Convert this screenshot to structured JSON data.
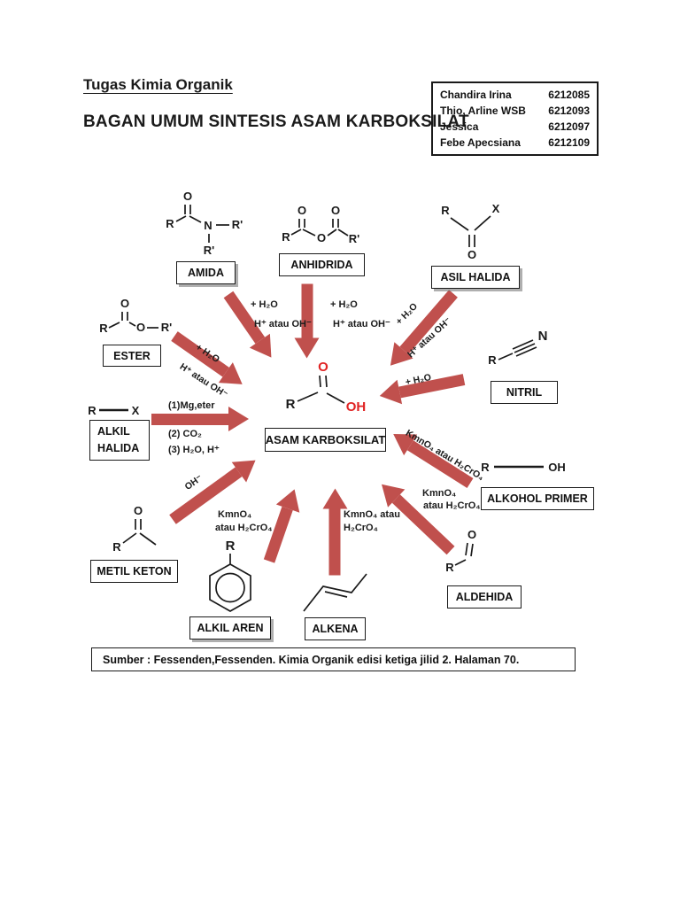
{
  "page": {
    "title": "Tugas Kimia Organik",
    "subtitle": "BAGAN UMUM SINTESIS ASAM KARBOKSILAT",
    "source": "Sumber : Fessenden,Fessenden. Kimia Organik edisi ketiga jilid 2. Halaman 70."
  },
  "students": [
    {
      "name": "Chandira Irina",
      "id": "6212085"
    },
    {
      "name": "Thio, Arline WSB",
      "id": "6212093"
    },
    {
      "name": "Jessica",
      "id": "6212097"
    },
    {
      "name": "Febe Apecsiana",
      "id": "6212109"
    }
  ],
  "center": {
    "label": "ASAM KARBOKSILAT",
    "atoms": {
      "r": "R",
      "o": "O",
      "oh": "OH"
    }
  },
  "compounds": {
    "amida": {
      "label": "AMIDA",
      "atoms": {
        "o": "O",
        "r": "R",
        "n": "N",
        "r1": "R'",
        "r2": "R'"
      }
    },
    "anhidrida": {
      "label": "ANHIDRIDA",
      "atoms": {
        "o1": "O",
        "o2": "O",
        "r": "R",
        "oc": "O",
        "r1": "R'"
      }
    },
    "asil_halida": {
      "label": "ASIL HALIDA",
      "atoms": {
        "r": "R",
        "x": "X",
        "o": "O"
      }
    },
    "ester": {
      "label": "ESTER",
      "atoms": {
        "o1": "O",
        "r": "R",
        "o2": "O",
        "r1": "R'"
      }
    },
    "nitril": {
      "label": "NITRIL",
      "atoms": {
        "r": "R",
        "n": "N"
      }
    },
    "alkil_halida": {
      "label_line1": "ALKIL",
      "label_line2": "HALIDA",
      "atoms": {
        "r": "R",
        "x": "X"
      }
    },
    "alkohol_primer": {
      "label": "ALKOHOL PRIMER",
      "atoms": {
        "r": "R",
        "oh": "OH"
      }
    },
    "metil_keton": {
      "label": "METIL KETON",
      "atoms": {
        "o": "O",
        "r": "R"
      }
    },
    "aldehida": {
      "label": "ALDEHIDA",
      "atoms": {
        "o": "O",
        "r": "R"
      }
    },
    "alkil_aren": {
      "label": "ALKIL AREN",
      "atoms": {
        "r": "R"
      }
    },
    "alkena": {
      "label": "ALKENA"
    }
  },
  "reactions": {
    "amida": [
      "+ H₂O",
      "H⁺ atau OH⁻"
    ],
    "anhidrida": [
      "+ H₂O",
      "H⁺ atau OH⁻"
    ],
    "asil_halida": [
      "+ H₂O",
      "H⁺ atau OH⁻"
    ],
    "ester": [
      "+ H₂O",
      "H⁺ atau OH⁻"
    ],
    "alkil_halida": [
      "(1)Mg,eter",
      "(2) CO₂",
      "(3) H₂O, H⁺"
    ],
    "nitril": [
      "+ H₂O"
    ],
    "alkohol_primer": [
      "KmnO₄ atau H₂CrO₄"
    ],
    "metil_keton": [
      "OH⁻"
    ],
    "alkil_aren": [
      "KmnO₄",
      "atau H₂CrO₄"
    ],
    "alkena": [
      "KmnO₄ atau",
      "H₂CrO₄"
    ],
    "aldehida": [
      "KmnO₄",
      "atau H₂CrO₄"
    ]
  },
  "colors": {
    "arrow": "#c0504d",
    "acid": "#e02424"
  }
}
